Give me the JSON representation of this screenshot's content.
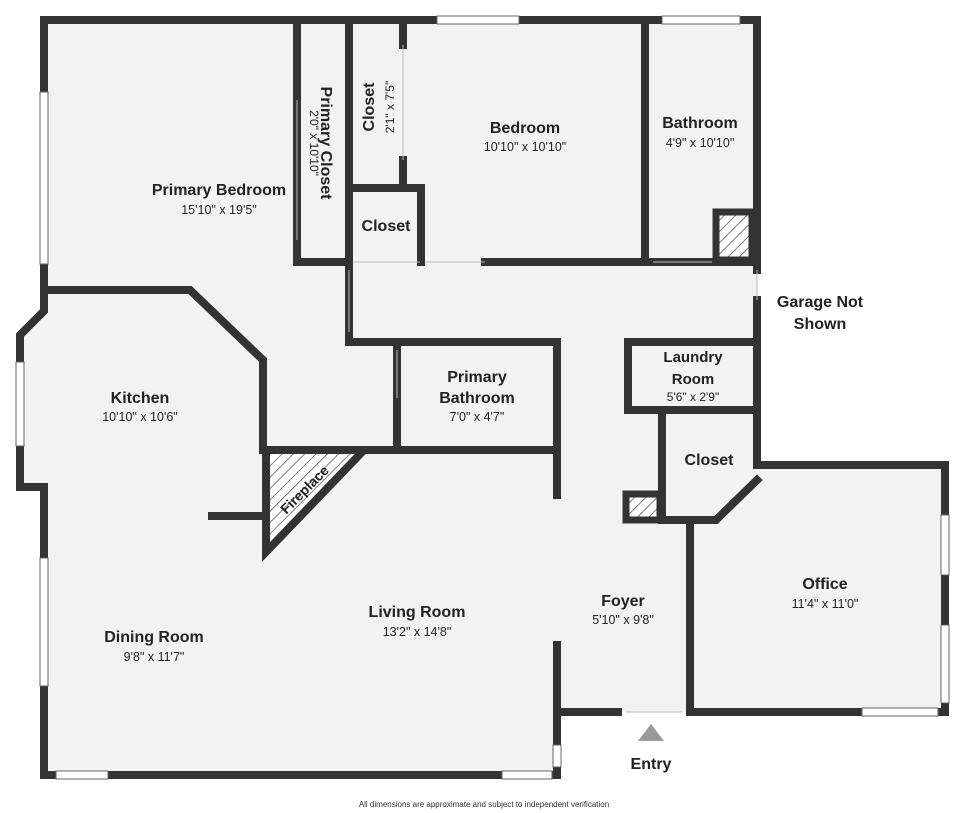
{
  "rooms": {
    "primary_bedroom": {
      "name": "Primary Bedroom",
      "dims": "15'10\" x 19'5\""
    },
    "primary_closet": {
      "name": "Primary Closet",
      "dims": "2'0\" x 10'10\""
    },
    "closet_small": {
      "name": "Closet",
      "dims": "2'1\" x 7'5\""
    },
    "bedroom": {
      "name": "Bedroom",
      "dims": "10'10\" x 10'10\""
    },
    "bathroom": {
      "name": "Bathroom",
      "dims": "4'9\" x 10'10\""
    },
    "closet_hall": {
      "name": "Closet"
    },
    "kitchen": {
      "name": "Kitchen",
      "dims": "10'10\" x 10'6\""
    },
    "primary_bathroom": {
      "name_line1": "Primary",
      "name_line2": "Bathroom",
      "dims": "7'0\" x 4'7\""
    },
    "laundry": {
      "name_line1": "Laundry",
      "name_line2": "Room",
      "dims": "5'6\" x 2'9\""
    },
    "closet_foyer": {
      "name": "Closet"
    },
    "fireplace": {
      "name": "Fireplace"
    },
    "living_room": {
      "name": "Living Room",
      "dims": "13'2\" x 14'8\""
    },
    "dining_room": {
      "name": "Dining Room",
      "dims": "9'8\" x 11'7\""
    },
    "foyer": {
      "name": "Foyer",
      "dims": "5'10\" x 9'8\""
    },
    "office": {
      "name": "Office",
      "dims": "11'4\" x 11'0\""
    }
  },
  "labels": {
    "garage_line1": "Garage Not",
    "garage_line2": "Shown",
    "entry": "Entry",
    "disclaimer": "All dimensions are approximate and subject to independent verification"
  },
  "colors": {
    "wall": "#333333",
    "floor": "#f2f2f2",
    "window": "#ffffff"
  }
}
